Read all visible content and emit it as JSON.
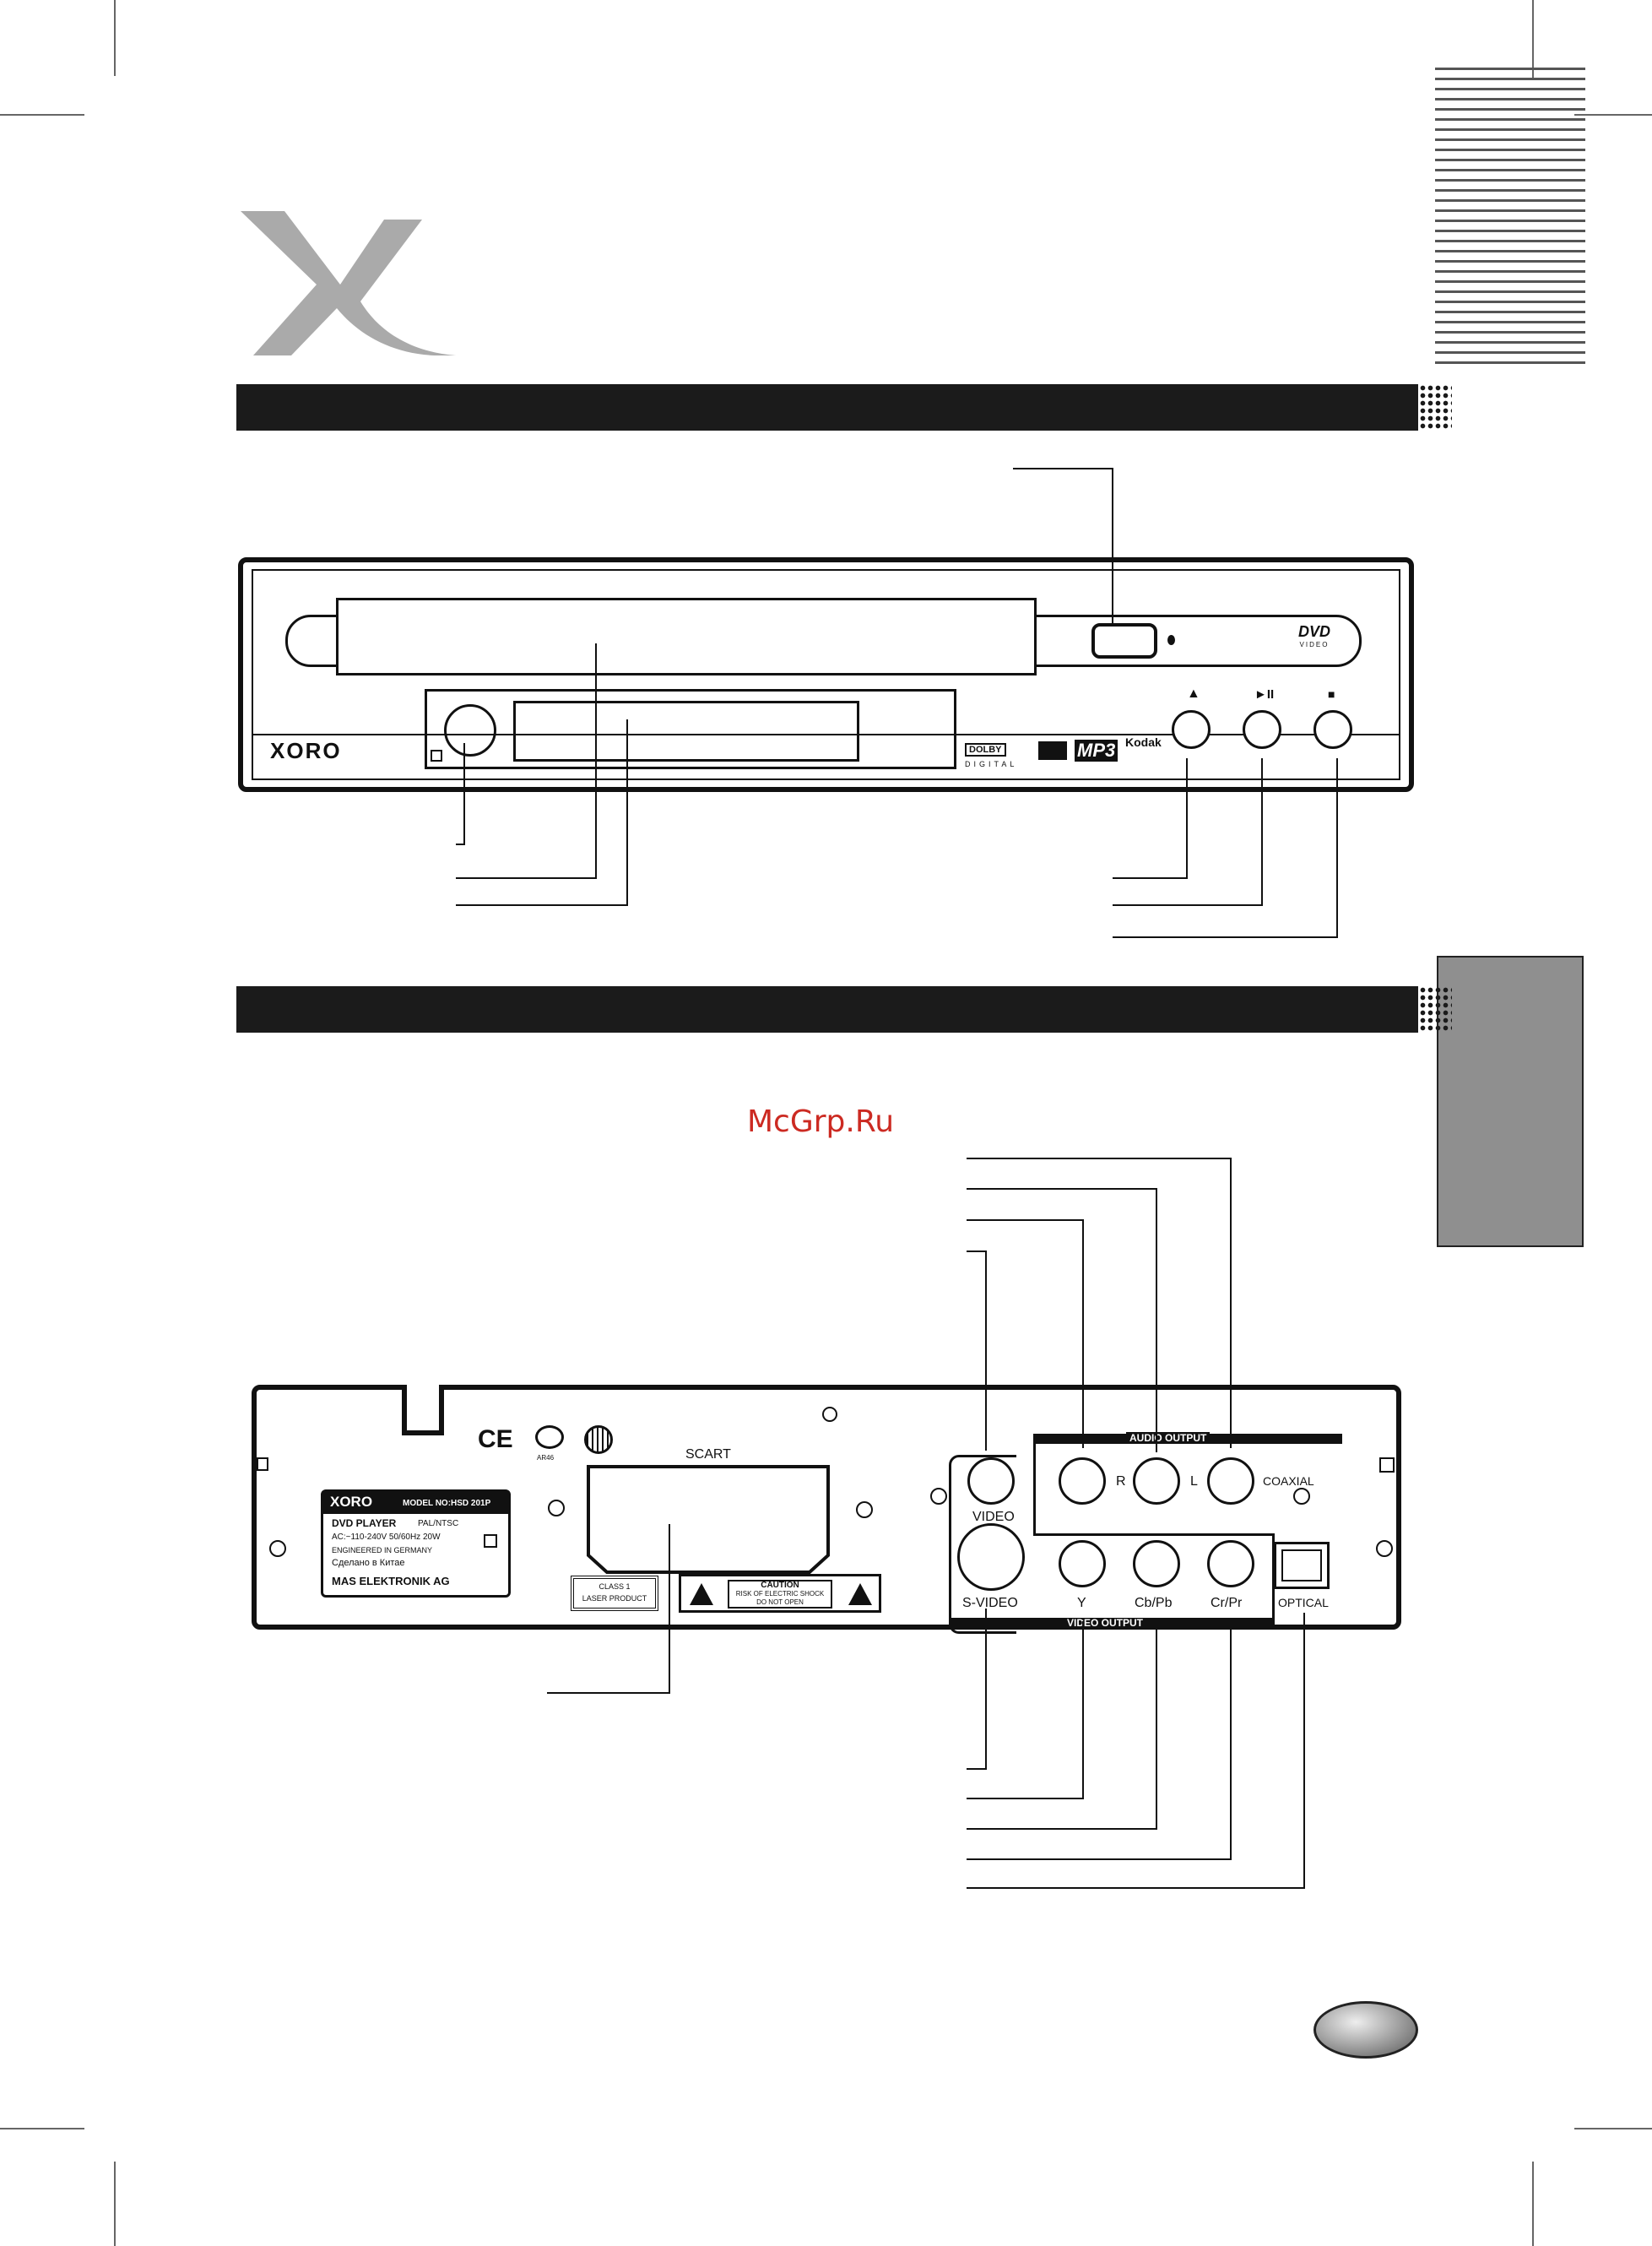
{
  "watermark": "McGrp.Ru",
  "front": {
    "brand": "XORO",
    "logo_dvd": "DVD",
    "logo_dvd_sub": "VIDEO",
    "logo_dolby": "DOLBY",
    "logo_digital": "DIGITAL",
    "logo_mp3": "MP3",
    "logo_kodak": "Kodak",
    "button_eject_symbol": "▲",
    "button_play_symbol": "►II",
    "button_stop_symbol": "■"
  },
  "back": {
    "scart_label": "SCART",
    "audio_output_label": "AUDIO OUTPUT",
    "video_output_label": "VIDEO OUTPUT",
    "video_label": "VIDEO",
    "r_label": "R",
    "l_label": "L",
    "coaxial_label": "COAXIAL",
    "svideo_label": "S-VIDEO",
    "y_label": "Y",
    "cbpb_label": "Cb/Pb",
    "crpr_label": "Cr/Pr",
    "optical_label": "OPTICAL",
    "ce_mark": "CE",
    "ar_mark": "AR46",
    "rating_plate": {
      "brand": "XORO",
      "model": "MODEL NO:HSD 201P",
      "product": "DVD PLAYER",
      "system": "PAL/NTSC",
      "power": "AC:~110-240V 50/60Hz 20W",
      "engineered": "ENGINEERED IN GERMANY",
      "made_in": "Сделано в Китае",
      "company": "MAS ELEKTRONIK AG"
    },
    "laser_label_line1": "CLASS 1",
    "laser_label_line2": "LASER PRODUCT",
    "caution_title": "CAUTION",
    "caution_line1": "RISK OF ELECTRIC SHOCK",
    "caution_line2": "DO NOT OPEN"
  }
}
